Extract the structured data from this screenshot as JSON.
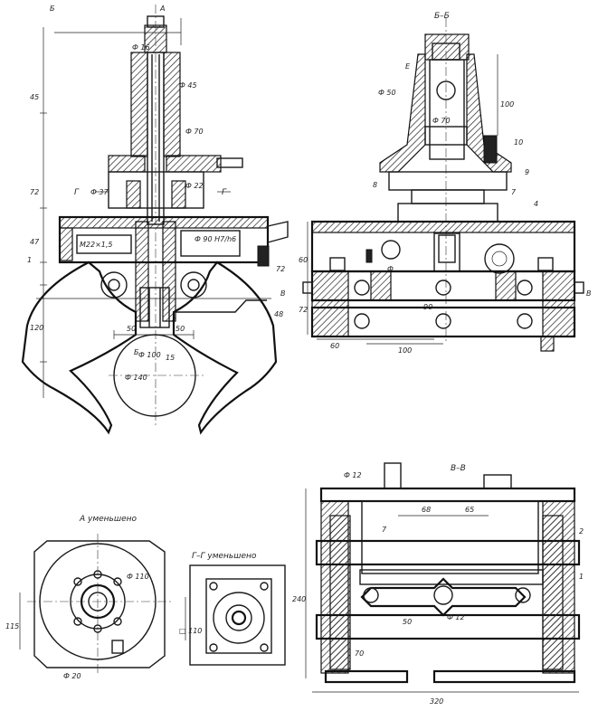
{
  "drawing": {
    "view_main_section": {
      "marker_top": "A",
      "dims": [
        "Ф 16",
        "Ф 45",
        "Ф 70",
        "Ф 37",
        "Ф 22",
        "Ф 90 Н7/h6",
        "М22×1,5",
        "15",
        "50",
        "50",
        "Ф 140",
        "Ф 100",
        "48",
        "120",
        "72",
        "47",
        "45",
        "72"
      ],
      "section_mark_left": "Г",
      "section_mark_right": "Г",
      "part_1": "1",
      "mark_b_left": "Б",
      "mark_b_arc": "Б"
    },
    "view_bb": {
      "title": "Б–Б",
      "letter_e": "Е",
      "dims": [
        "Ф 50",
        "Ф 70",
        "100",
        "60",
        "60",
        "100",
        "72",
        "90",
        "Ф"
      ],
      "parts": [
        "10",
        "9",
        "8",
        "7",
        "4"
      ],
      "mark_left": "В",
      "mark_right": "В"
    },
    "view_a": {
      "title": "А уменьшено",
      "dims": [
        "Ф 110",
        "115",
        "Ф 20"
      ]
    },
    "view_gg": {
      "title": "Г–Г уменьшено",
      "dims": [
        "□ 110"
      ]
    },
    "view_vv": {
      "title": "В–В",
      "dims": [
        "Ф 12",
        "68",
        "65",
        "240",
        "Ф 12",
        "50",
        "70",
        "320"
      ],
      "parts": [
        "7",
        "2",
        "1"
      ]
    }
  }
}
